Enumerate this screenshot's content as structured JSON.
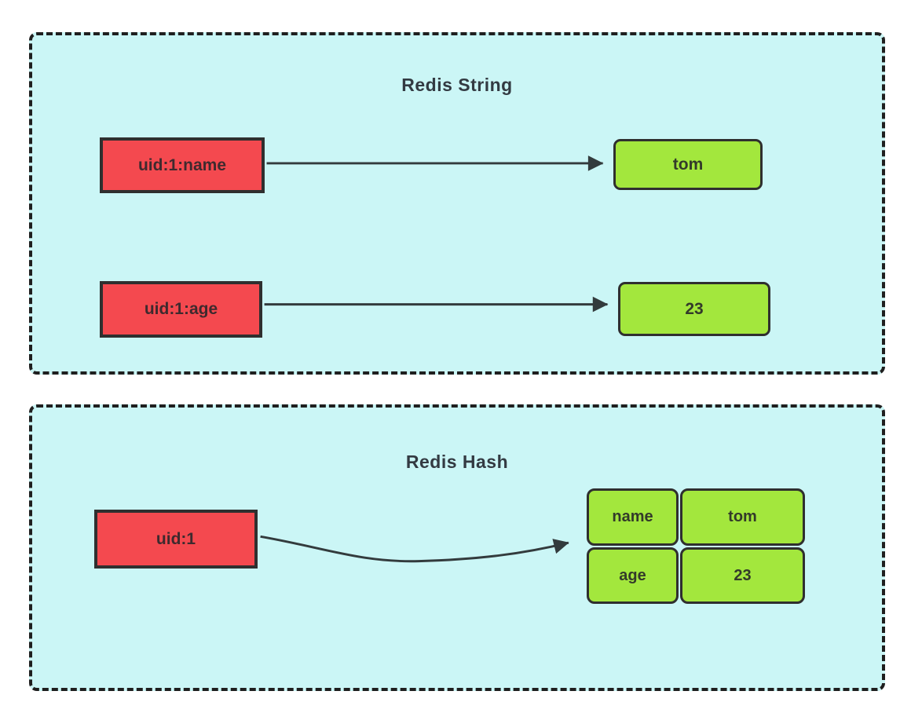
{
  "colors": {
    "panel_bg": "#CBF6F6",
    "panel_border": "#1F1F1F",
    "key_fill": "#F4494F",
    "key_text": "#3E2A2E",
    "value_fill": "#A3E73D",
    "value_text": "#333A2A",
    "box_border": "#2F2F2F",
    "arrow": "#333B3D",
    "title_text": "#333A42",
    "page_bg": "#FFFFFF"
  },
  "string_panel": {
    "title": "Redis String",
    "rows": [
      {
        "key": "uid:1:name",
        "value": "tom"
      },
      {
        "key": "uid:1:age",
        "value": "23"
      }
    ]
  },
  "hash_panel": {
    "title": "Redis Hash",
    "key": "uid:1",
    "fields": [
      {
        "field": "name",
        "value": "tom"
      },
      {
        "field": "age",
        "value": "23"
      }
    ]
  }
}
